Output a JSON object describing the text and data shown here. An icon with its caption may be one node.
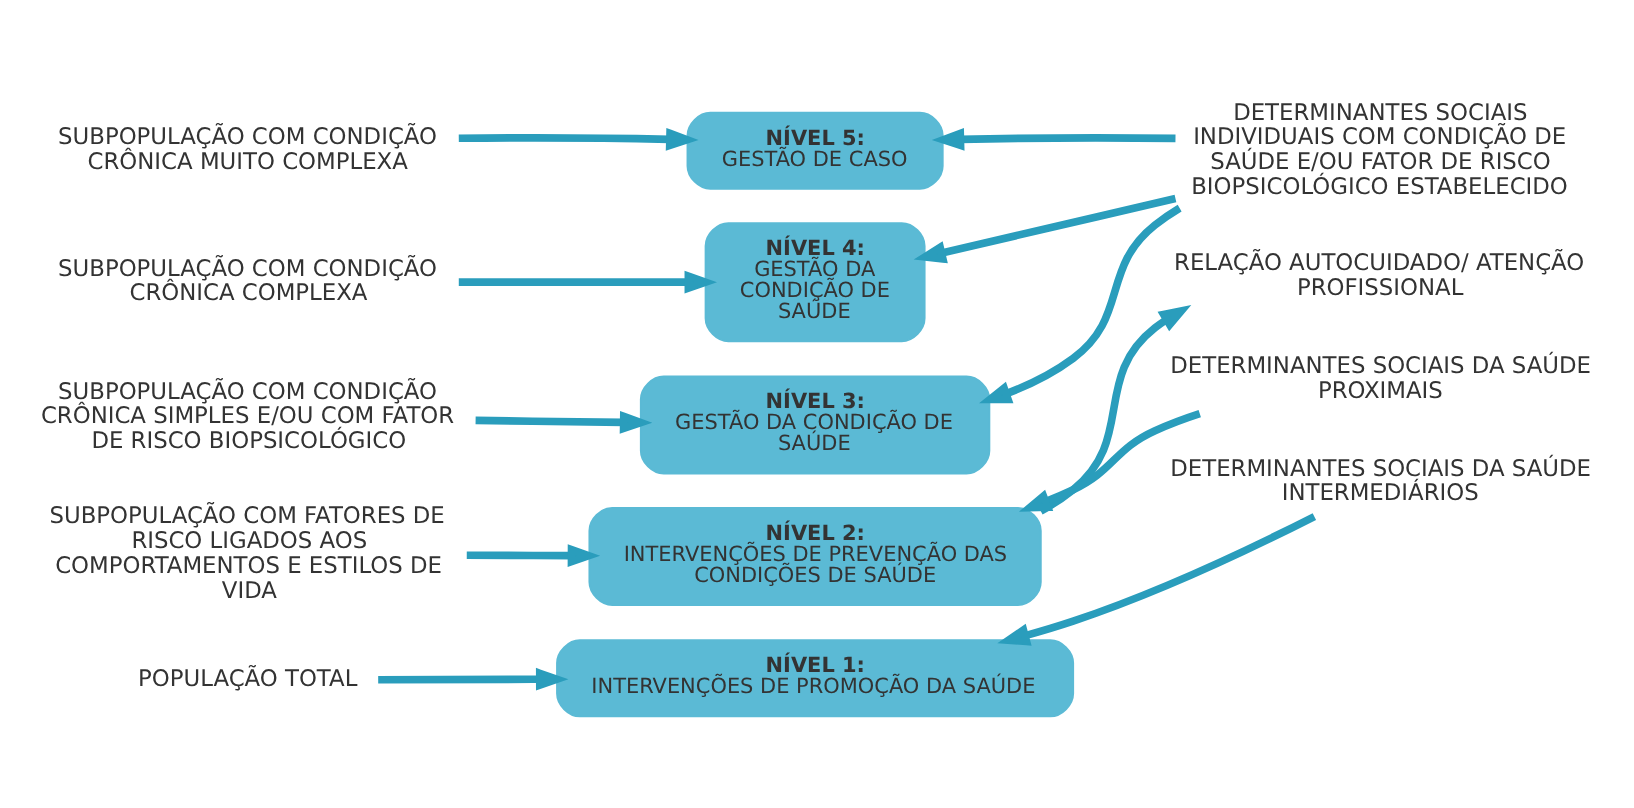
{
  "diagram": {
    "nodes": [
      {
        "text": [
          "SUBPOPULAÇÃO COM CONDIÇÃO CRÔNICA MUITO COMPLEXA"
        ]
      },
      {
        "text": [
          "NÍVEL 5:",
          "GESTÃO DE CASO"
        ]
      },
      {
        "text": [
          "DETERMINANTES SOCIAIS INDIVIDUAIS COM CONDIÇÃO DE SAÚDE E/OU FATOR DE RISCO BIOPSICOLÓGICO ESTABELECIDO"
        ]
      },
      {
        "text": [
          "SUBPOPULAÇÃO COM CONDIÇÃO CRÔNICA COMPLEXA"
        ]
      },
      {
        "text": [
          "NÍVEL 4:",
          "GESTÃO DA CONDIÇÃO DE SAÚDE"
        ]
      },
      {
        "text": [
          "SUBPOPULAÇÃO COM CONDIÇÃO CRÔNICA SIMPLES E/OU COM FATOR DE RISCO BIOPSICOLÓGICO"
        ]
      },
      {
        "text": [
          "NÍVEL 3:",
          "GESTÃO DA CONDIÇÃO DE SAÚDE"
        ]
      },
      {
        "text": [
          "RELAÇÃO AUTOCUIDADO/ ATENÇÃO PROFISSIONAL"
        ]
      },
      {
        "text": [
          "SUBPOPULAÇÃO COM FATORES DE RISCO LIGADOS AOS COMPORTAMENTOS E ESTILOS DE VIDA"
        ]
      },
      {
        "text": [
          "NÍVEL 2:",
          "INTERVENÇÕES DE PREVENÇÃO DAS CONDIÇÕES DE SAÚDE"
        ]
      },
      {
        "text": [
          "DETERMINANTES SOCIAIS DA SAÚDE PROXIMAIS"
        ]
      },
      {
        "text": [
          "POPULAÇÃO TOTAL"
        ]
      },
      {
        "text": [
          "NÍVEL 1:",
          "INTERVENÇÕES DE PROMOÇÃO DA SAÚDE"
        ]
      },
      {
        "text": [
          "DETERMINANTES SOCIAIS DA SAÚDE INTERMEDIÁRIOS"
        ]
      }
    ],
    "edges": [
      {
        "from": 0,
        "to": 1,
        "arrow": "to"
      },
      {
        "from": 3,
        "to": 4,
        "arrow": "to"
      },
      {
        "from": 5,
        "to": 6,
        "arrow": "to"
      },
      {
        "from": 8,
        "to": 9,
        "arrow": "to"
      },
      {
        "from": 11,
        "to": 12,
        "arrow": "to"
      },
      {
        "from": 2,
        "to": 1,
        "arrow": "to"
      },
      {
        "from": 2,
        "to": 4,
        "arrow": "to"
      },
      {
        "from": 2,
        "to": 6,
        "arrow": "to"
      },
      {
        "from": 9,
        "to": 7,
        "arrow": "to"
      },
      {
        "from": 10,
        "to": 9,
        "arrow": "to"
      },
      {
        "from": 13,
        "to": 12,
        "arrow": "to"
      }
    ]
  }
}
